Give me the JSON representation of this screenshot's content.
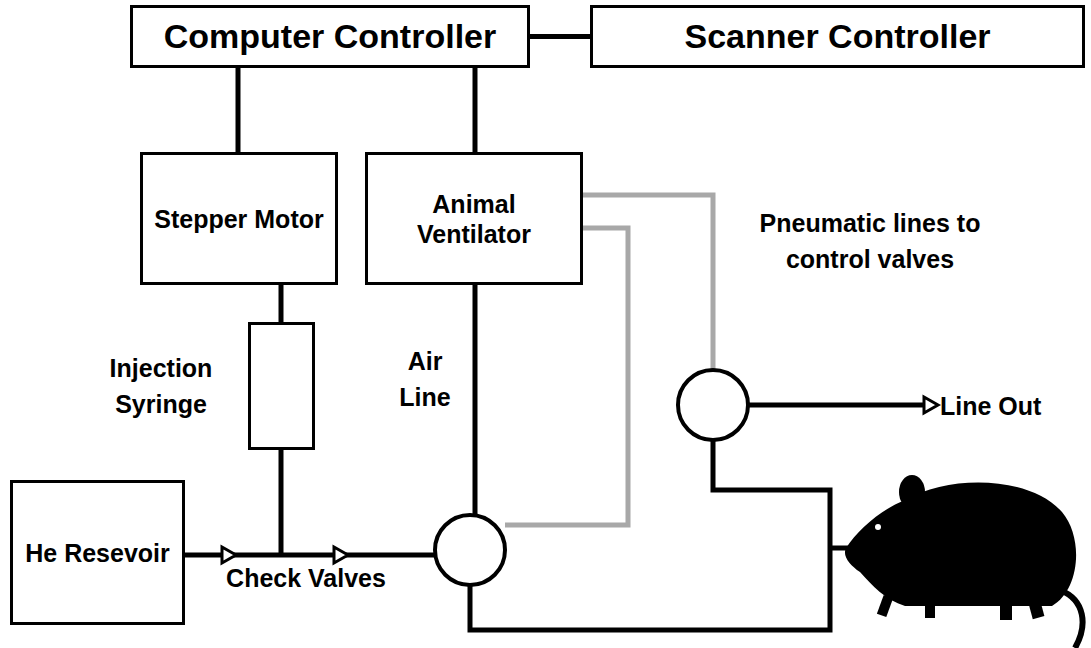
{
  "diagram": {
    "nodes": [
      {
        "text": [
          "Computer Controller"
        ]
      },
      {
        "text": [
          "Scanner Controller"
        ]
      },
      {
        "text": [
          "Stepper Motor"
        ]
      },
      {
        "text": [
          "Animal Ventilator"
        ]
      },
      {
        "text": [
          "Injection Syringe"
        ]
      },
      {
        "text": [
          "He Resevoir"
        ]
      }
    ],
    "edges": [
      {
        "from": 0,
        "to": 1,
        "arrow": "none"
      },
      {
        "from": 0,
        "to": 2,
        "arrow": "none"
      },
      {
        "from": 0,
        "to": 3,
        "arrow": "none"
      },
      {
        "from": 2,
        "to": 4,
        "arrow": "none"
      }
    ],
    "labels": [
      "Air Line",
      "Pneumatic lines to control valves",
      "Line Out",
      "Check Valves"
    ]
  }
}
